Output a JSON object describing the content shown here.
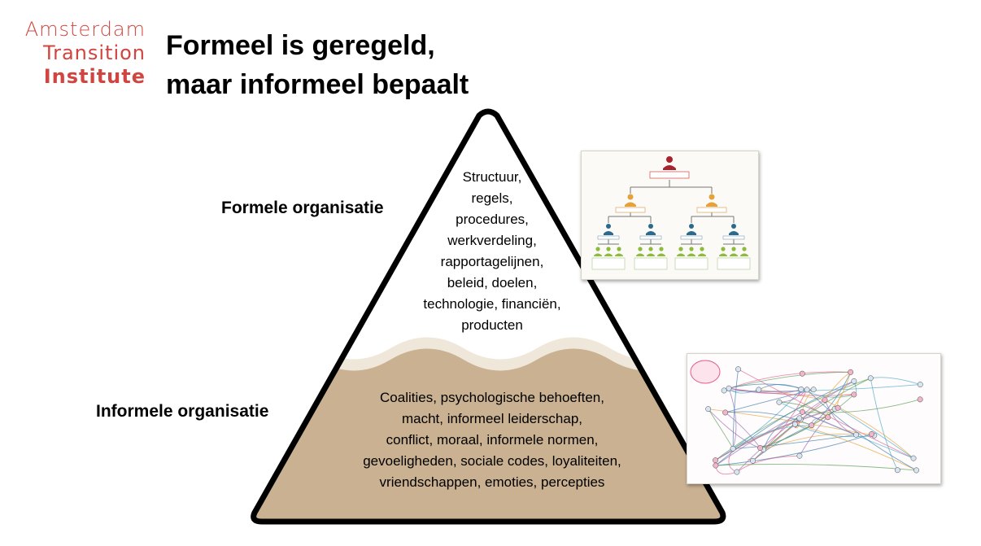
{
  "logo": {
    "line1": "Amsterdam",
    "line2": "Transition",
    "line3": "Institute",
    "color": "#d0453f"
  },
  "title": {
    "line1": "Formeel is geregeld,",
    "line2": "maar informeel bepaalt"
  },
  "formal": {
    "label": "Formele organisatie",
    "items": [
      "Structuur,",
      "regels,",
      "procedures,",
      "werkverdeling,",
      "rapportagelijnen,",
      "beleid, doelen,",
      "technologie, financiën,",
      "producten"
    ]
  },
  "informal": {
    "label": "Informele organisatie",
    "items": [
      "Coalities, psychologische behoeften,",
      "macht, informeel leiderschap,",
      "conflict, moraal, informele normen,",
      "gevoeligheden, sociale codes, loyaliteiten,",
      "vriendschappen, emoties, percepties"
    ]
  },
  "colors": {
    "outline": "#000000",
    "water": "#c9b191",
    "wave_light": "#efe7da",
    "top_person": "#a8232d",
    "second_person": "#e5a23a",
    "third_person": "#2a6a8c",
    "bottom_person": "#8dbb3b"
  },
  "icons": {
    "org_chart": "org-chart-illustration",
    "network": "relationship-network-illustration"
  }
}
